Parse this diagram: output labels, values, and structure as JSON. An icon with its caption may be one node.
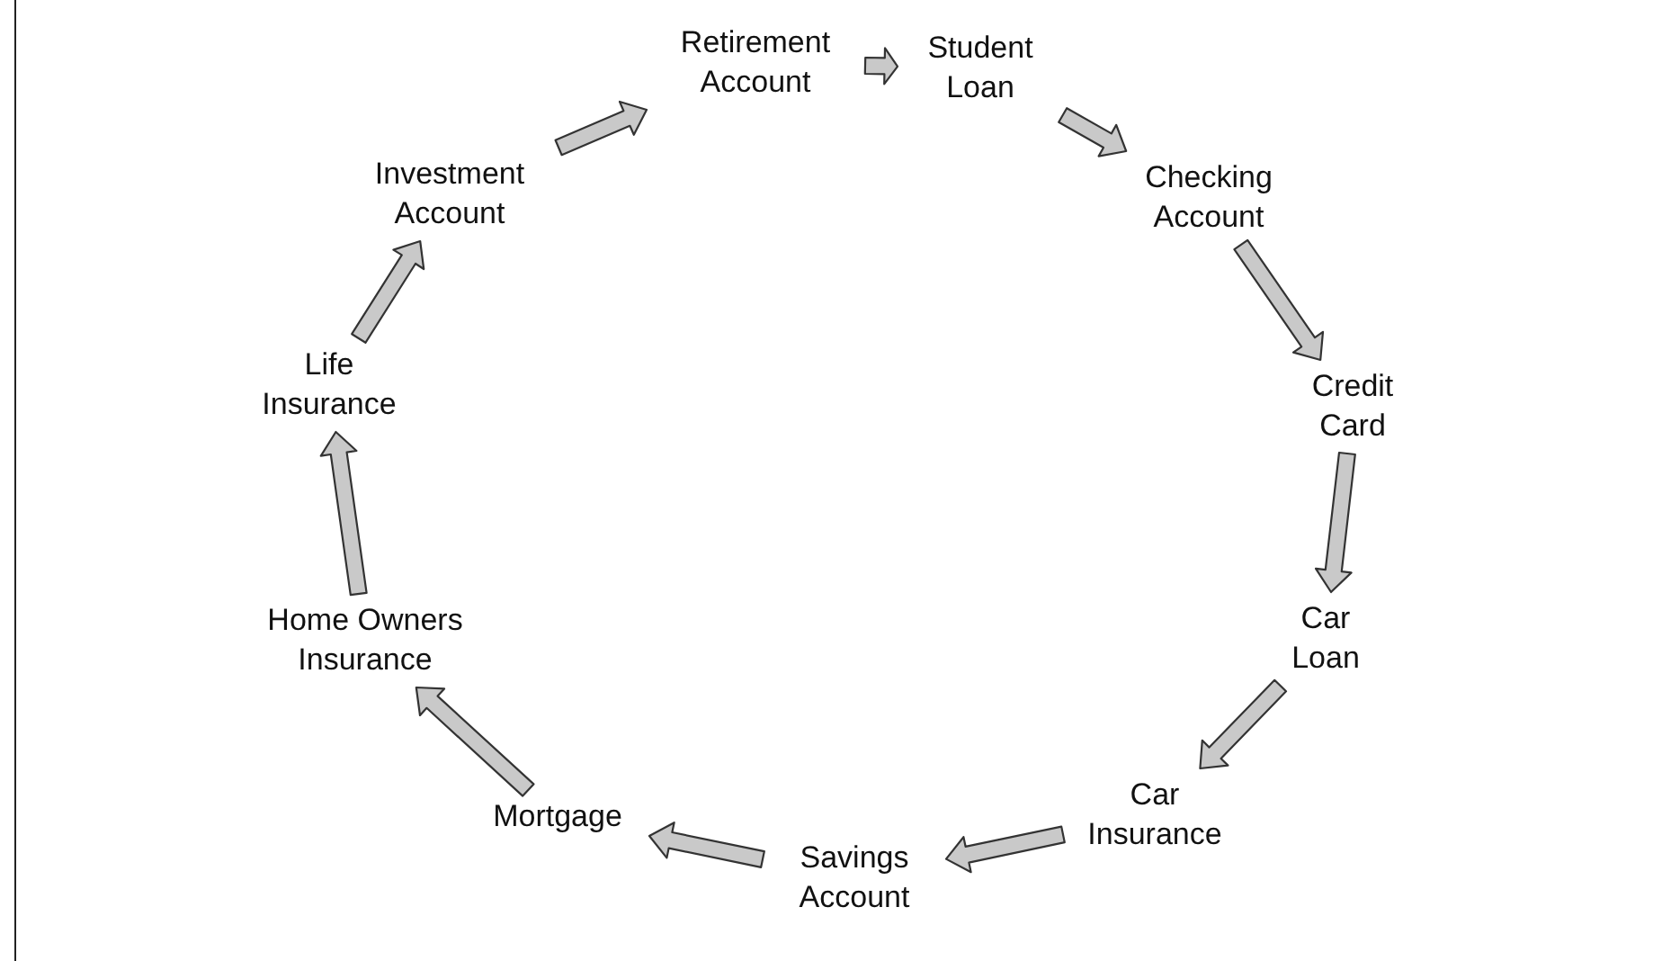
{
  "diagram": {
    "nodes": [
      {
        "text": [
          "Retirement Account"
        ]
      },
      {
        "text": [
          "Student Loan"
        ]
      },
      {
        "text": [
          "Checking Account"
        ]
      },
      {
        "text": [
          "Credit Card"
        ]
      },
      {
        "text": [
          "Car Loan"
        ]
      },
      {
        "text": [
          "Car Insurance"
        ]
      },
      {
        "text": [
          "Savings Account"
        ]
      },
      {
        "text": [
          "Mortgage"
        ]
      },
      {
        "text": [
          "Home Owners Insurance"
        ]
      },
      {
        "text": [
          "Life Insurance"
        ]
      },
      {
        "text": [
          "Investment Account"
        ]
      }
    ],
    "edges": [
      {
        "from": 0,
        "to": 1,
        "arrow": "to"
      },
      {
        "from": 1,
        "to": 2,
        "arrow": "to"
      },
      {
        "from": 2,
        "to": 3,
        "arrow": "to"
      },
      {
        "from": 3,
        "to": 4,
        "arrow": "to"
      },
      {
        "from": 4,
        "to": 5,
        "arrow": "to"
      },
      {
        "from": 5,
        "to": 6,
        "arrow": "to"
      },
      {
        "from": 6,
        "to": 7,
        "arrow": "to"
      },
      {
        "from": 7,
        "to": 8,
        "arrow": "to"
      },
      {
        "from": 8,
        "to": 9,
        "arrow": "to"
      },
      {
        "from": 9,
        "to": 10,
        "arrow": "to"
      },
      {
        "from": 10,
        "to": 0,
        "arrow": "to"
      }
    ]
  }
}
